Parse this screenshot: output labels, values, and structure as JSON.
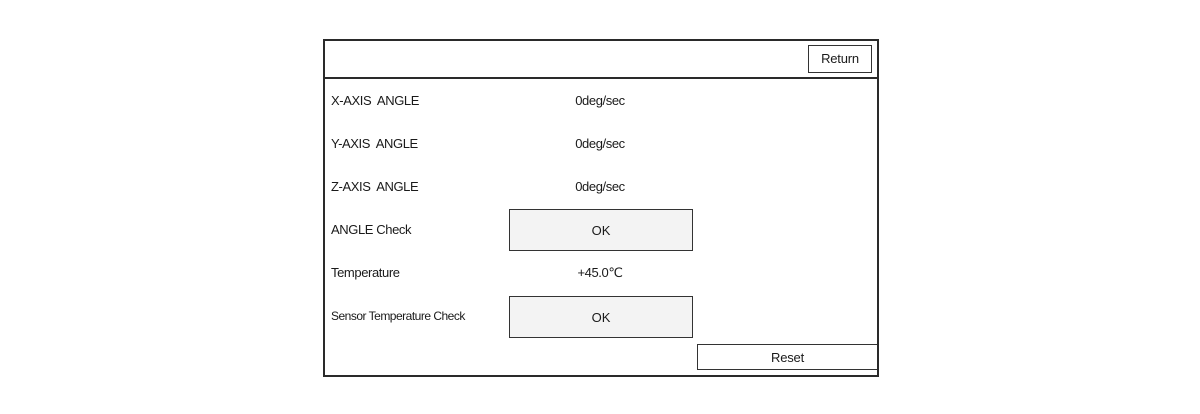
{
  "header": {
    "return_label": "Return"
  },
  "rows": [
    {
      "label": "X-AXIS  ANGLE",
      "value": "0deg/sec"
    },
    {
      "label": "Y-AXIS  ANGLE",
      "value": "0deg/sec"
    },
    {
      "label": "Z-AXIS  ANGLE",
      "value": "0deg/sec"
    },
    {
      "label": "ANGLE Check",
      "value": "OK"
    },
    {
      "label": "Temperature",
      "value": "+45.0℃"
    },
    {
      "label": "Sensor Temperature Check",
      "value": "OK"
    }
  ],
  "footer": {
    "reset_label": "Reset"
  },
  "colors": {
    "border": "#2a2a2a",
    "check_fill": "#f3f3f3",
    "background": "#ffffff"
  }
}
